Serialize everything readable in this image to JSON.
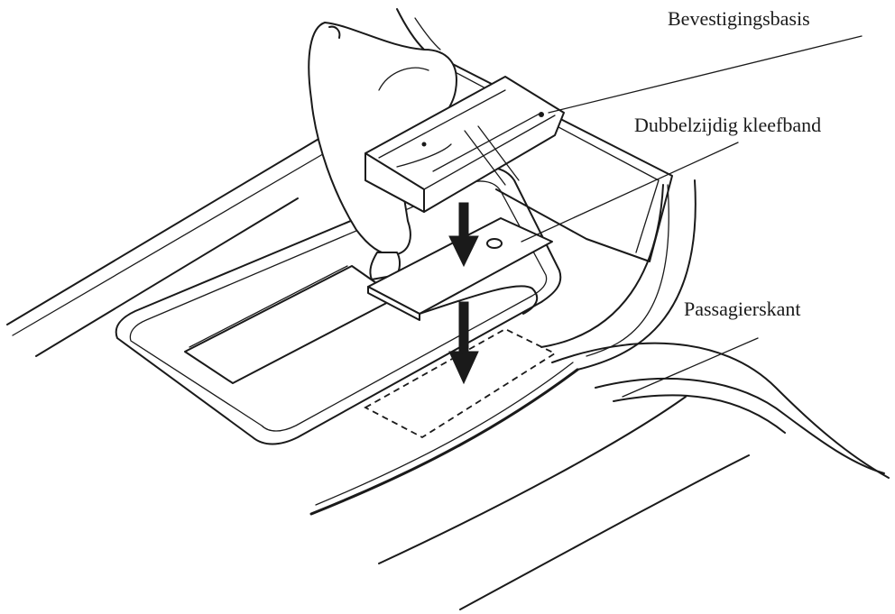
{
  "labels": {
    "mounting_base": "Bevestigingsbasis",
    "double_sided_tape": "Dubbelzijdig kleefband",
    "passenger_side": "Passagierskant"
  }
}
